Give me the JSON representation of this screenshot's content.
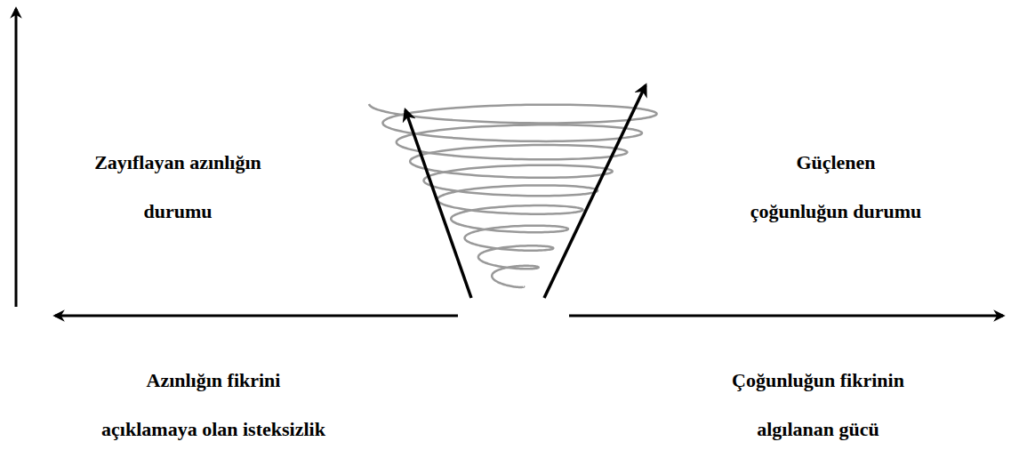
{
  "diagram": {
    "labels": [
      "Zayıflayan azınlığın durumu",
      "Güçlenen çoğunluğun durumu",
      "Azınlığın fikrini açıklamaya olan isteksizlik",
      "Çoğunluğun fikrinin algılanan gücü"
    ]
  }
}
